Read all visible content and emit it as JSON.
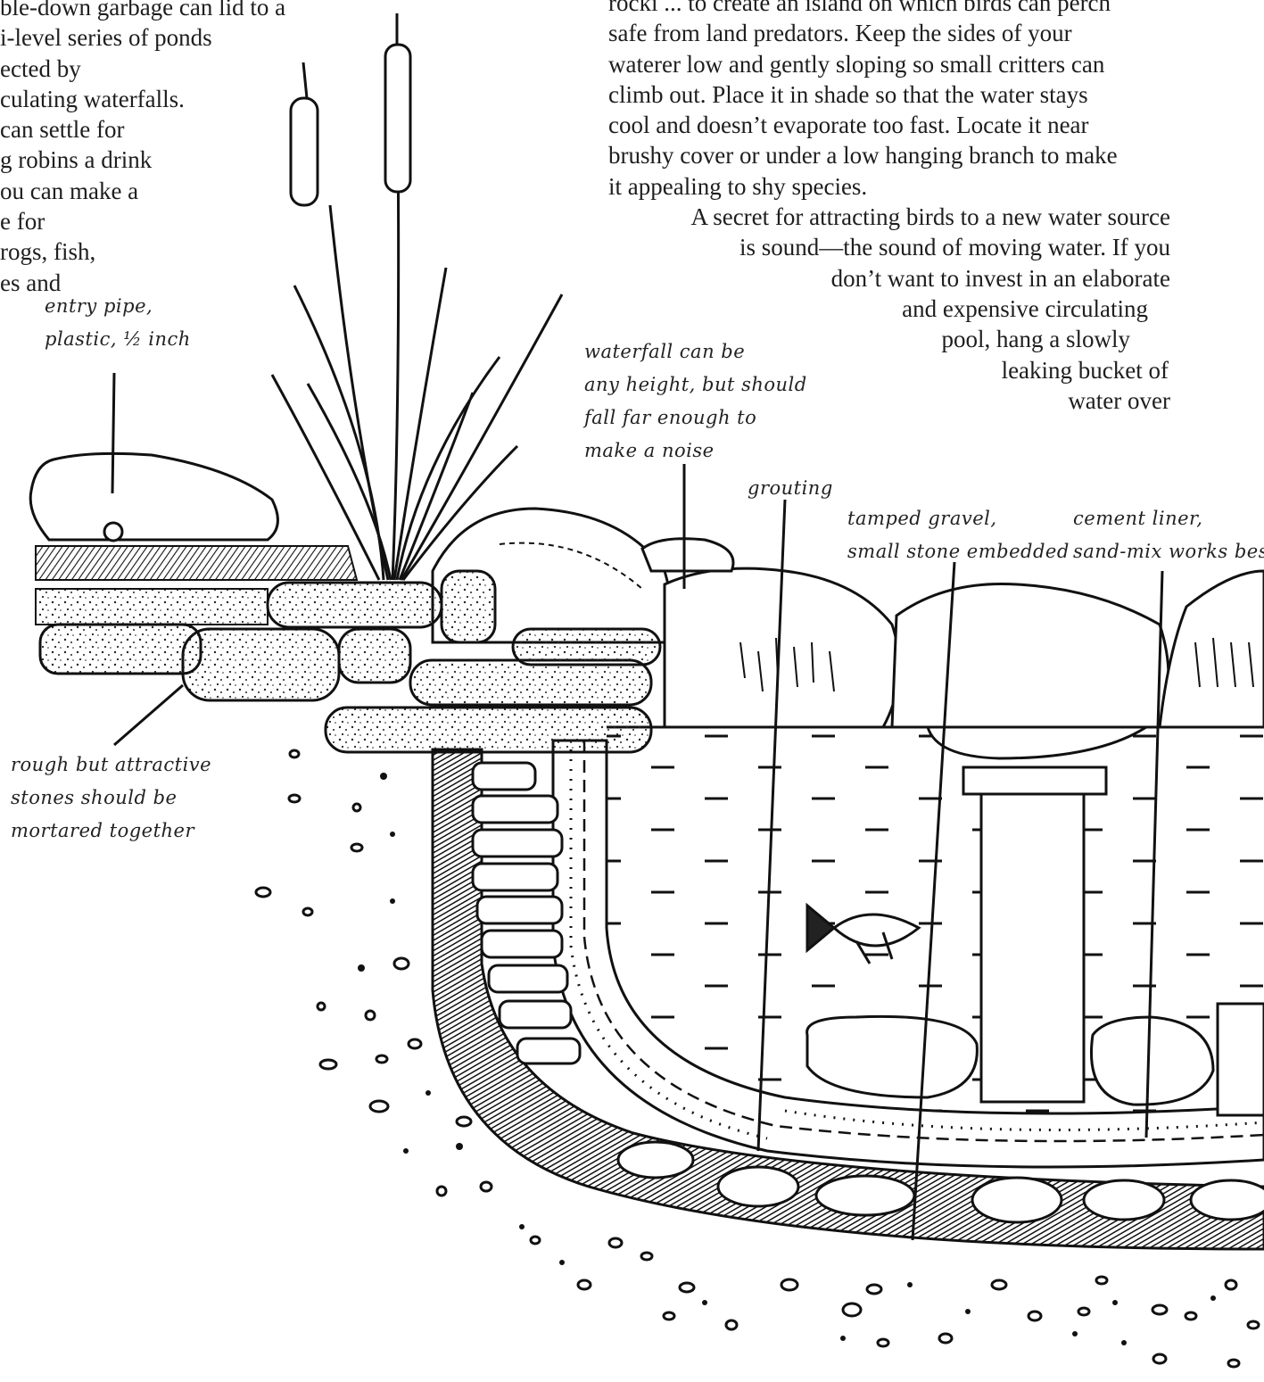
{
  "left_column_lines": [
    "ble-down garbage can lid to a",
    "i-level series of ponds",
    "ected by",
    "culating waterfalls.",
    "can settle for",
    "g robins a drink",
    "ou can make a",
    "e for",
    "rogs, fish,",
    "es and"
  ],
  "right_column_lines": [
    "rocki ... to create an island on which birds can perch",
    "safe from land predators. Keep the sides of your",
    "waterer low and gently sloping so small critters can",
    "climb out. Place it in shade so that the water stays",
    "cool and doesn’t evaporate too fast. Locate it near",
    "brushy cover or under a low hanging branch to make",
    "it appealing to shy species.",
    "A secret for attracting birds to a new water source",
    "is sound—the sound of moving water. If you",
    "don’t want to invest in an elaborate",
    "and expensive circulating",
    "pool, hang a slowly",
    "leaking bucket of",
    "water over"
  ],
  "labels": {
    "entry_pipe": [
      "entry pipe,",
      "plastic, ½ inch"
    ],
    "waterfall": [
      "waterfall can be",
      "any height, but should",
      "fall far enough to",
      "make a noise"
    ],
    "grouting": [
      "grouting"
    ],
    "tamped_gravel": [
      "tamped gravel,",
      "small stone embedded"
    ],
    "cement_liner": [
      "cement liner,",
      "sand-mix works best"
    ],
    "rough_stones": [
      "rough but attractive",
      "stones should be",
      "mortared together"
    ]
  }
}
